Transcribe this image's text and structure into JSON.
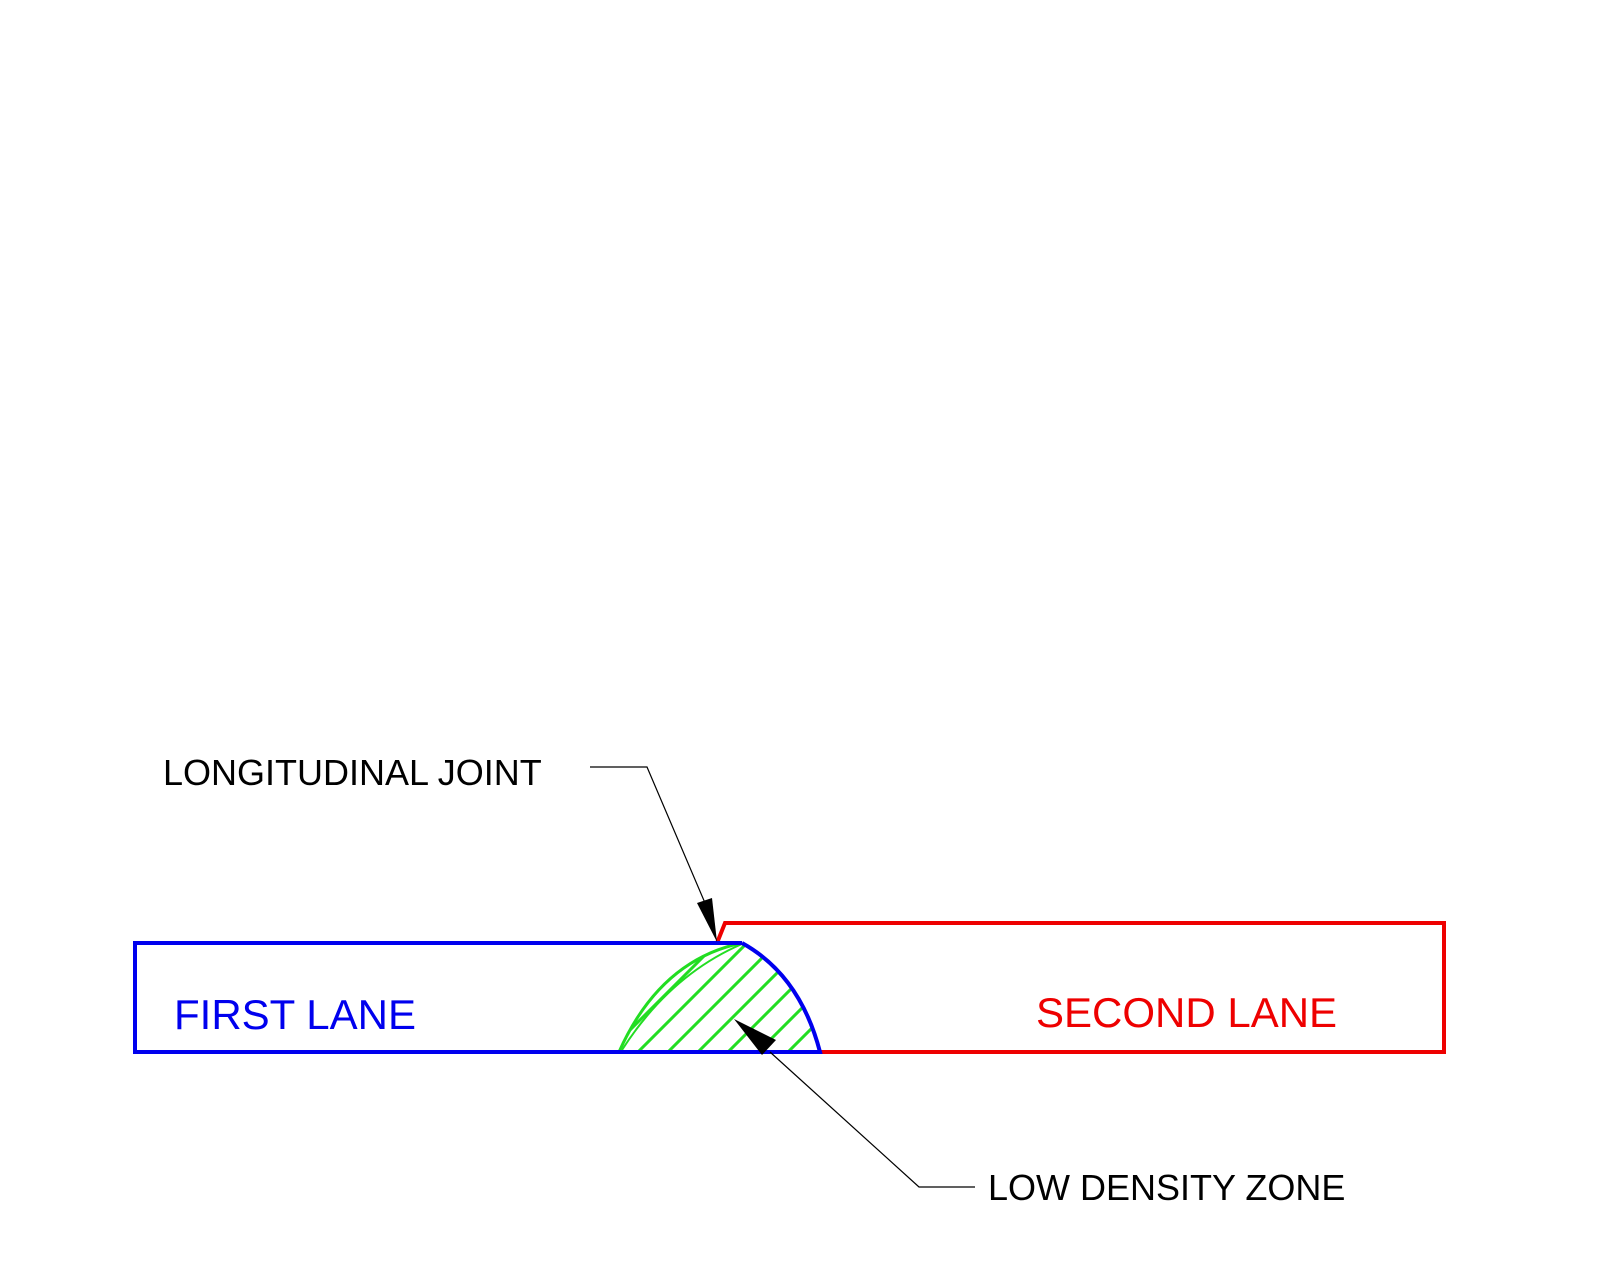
{
  "diagram": {
    "labels": {
      "longitudinal_joint": "LONGITUDINAL JOINT",
      "first_lane": "FIRST LANE",
      "second_lane": "SECOND LANE",
      "low_density_zone": "LOW DENSITY ZONE"
    },
    "colors": {
      "first_lane": "#0000ee",
      "second_lane": "#ee0000",
      "low_density_zone": "#22dd22",
      "leader": "#000000"
    }
  }
}
